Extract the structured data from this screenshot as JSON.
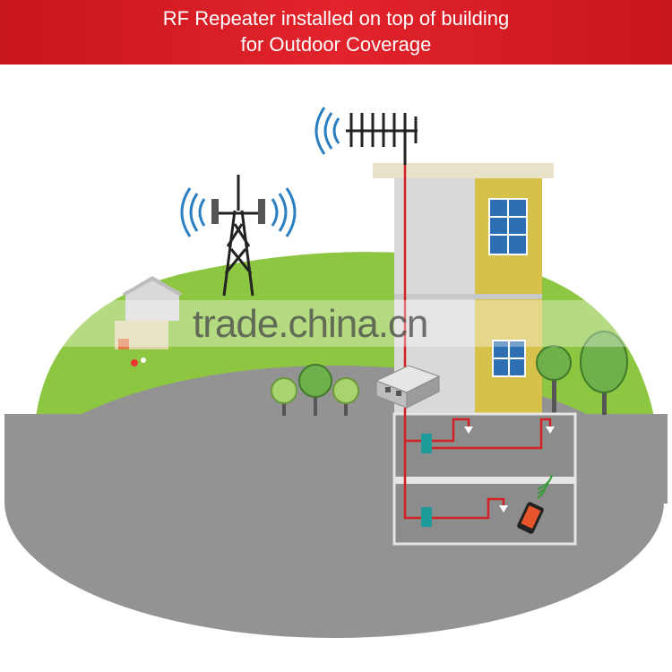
{
  "banner": {
    "line1": "RF Repeater installed on top of building",
    "line2": "for Outdoor Coverage"
  },
  "watermark": "trade.china.cn",
  "colors": {
    "banner": "#d81e26",
    "hill": "#8dc640",
    "ground": "#939393",
    "building": "#d9d9d9",
    "building_side": "#d6c24a",
    "cable": "#d32027",
    "signal": "#2b7fc1",
    "tower": "#222222"
  },
  "icons": [
    "signal-waves-icon",
    "yagi-antenna-icon",
    "cell-tower-icon",
    "repeater-unit-icon",
    "indoor-antenna-icon",
    "splitter-icon",
    "mobile-phone-icon"
  ]
}
